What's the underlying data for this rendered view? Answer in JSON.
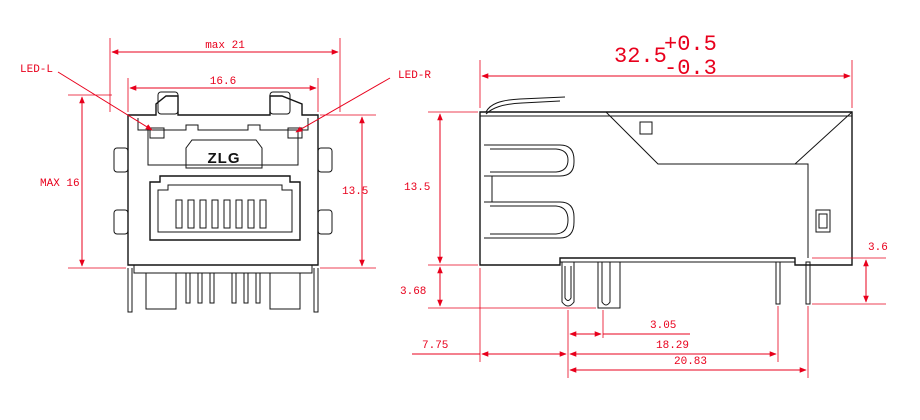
{
  "colors": {
    "dimension": "#e8001c",
    "outline": "#141414",
    "background": "#ffffff"
  },
  "front_view": {
    "led_left_label": "LED-L",
    "led_right_label": "LED-R",
    "logo_text": "ZLG",
    "width_max_label": "max 21",
    "inner_width_label": "16.6",
    "height_max_label": "MAX 16",
    "height_label": "13.5"
  },
  "side_view": {
    "length_main": "32.5",
    "length_tol_plus": "+0.5",
    "length_tol_minus": "-0.3",
    "height_label": "13.5",
    "pin_below_label": "3.68",
    "pin_right_label": "3.6",
    "dim_3_05": "3.05",
    "dim_7_75": "7.75",
    "dim_18_29": "18.29",
    "dim_20_83": "20.83"
  }
}
